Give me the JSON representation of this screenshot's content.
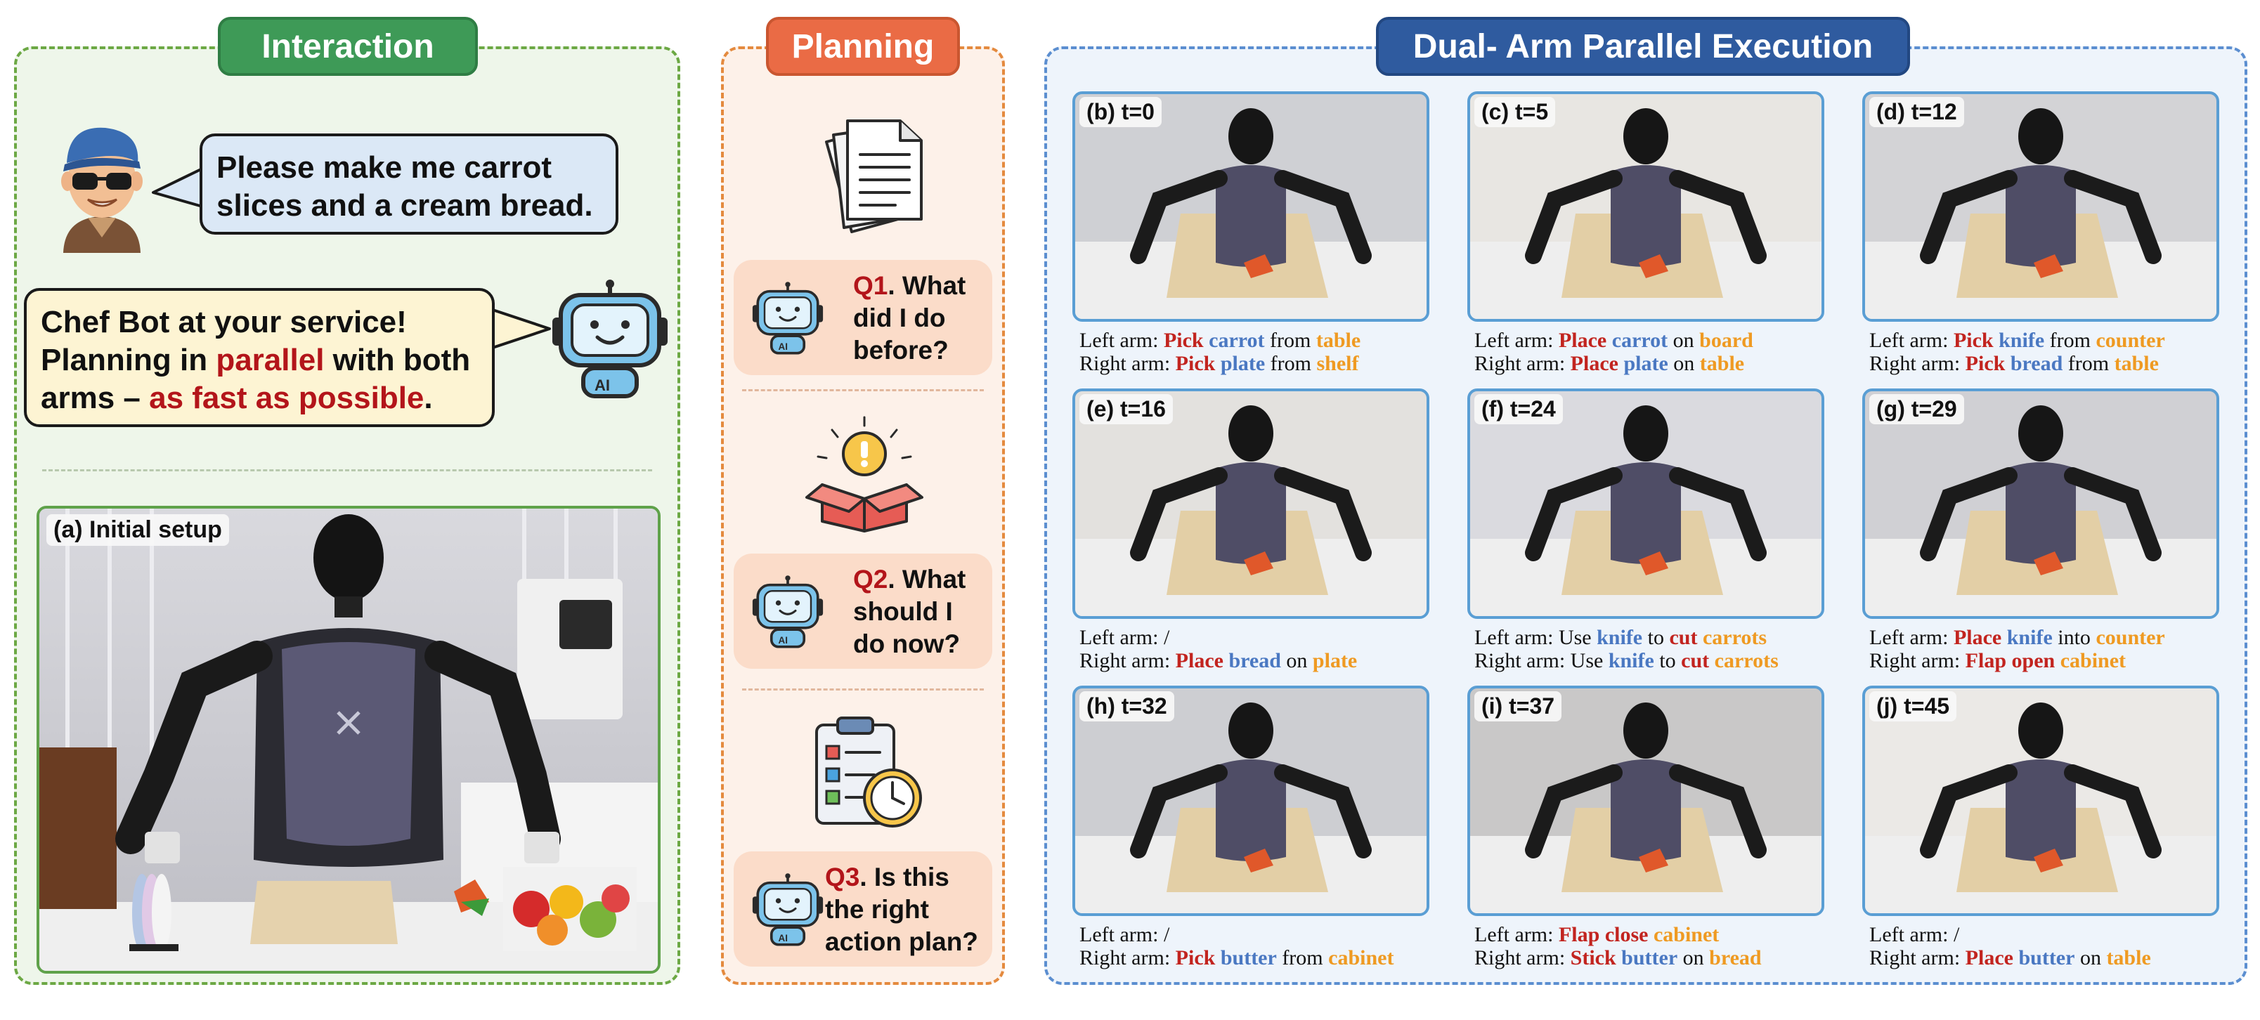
{
  "headers": {
    "interaction": "Interaction",
    "planning": "Planning",
    "execution": "Dual- Arm Parallel Execution"
  },
  "interaction": {
    "user_msg": {
      "l1": "Please make me carrot",
      "l2": "slices and a cream bread."
    },
    "bot_msg": {
      "l1": "Chef Bot at your service!",
      "l2a": "Planning in ",
      "l2b": "parallel",
      "l2c": " with both",
      "l3a": "arms – ",
      "l3b": "as fast as possible",
      "l3c": "."
    },
    "bot_badge": "AI",
    "setup_label": "(a) Initial setup"
  },
  "planning": {
    "q1": {
      "num": "Q1",
      "l1": ". What",
      "l2": "did I do",
      "l3": "before?"
    },
    "q2": {
      "num": "Q2",
      "l1": ". What",
      "l2": "should I",
      "l3": "do now?"
    },
    "q3": {
      "num": "Q3",
      "l1": ". Is this",
      "l2": "the right",
      "l3": "action plan?"
    },
    "badge": "AI"
  },
  "prefix": {
    "left": "Left arm: ",
    "right": "Right arm: "
  },
  "frames": [
    {
      "label": "(b) t=0",
      "left": [
        {
          "t": "Pick",
          "c": "r"
        },
        {
          "t": " "
        },
        {
          "t": "carrot",
          "c": "b"
        },
        {
          "t": " from "
        },
        {
          "t": "table",
          "c": "o"
        }
      ],
      "right": [
        {
          "t": "Pick",
          "c": "r"
        },
        {
          "t": " "
        },
        {
          "t": "plate",
          "c": "b"
        },
        {
          "t": " from "
        },
        {
          "t": "shelf",
          "c": "o"
        }
      ]
    },
    {
      "label": "(c) t=5",
      "left": [
        {
          "t": "Place",
          "c": "r"
        },
        {
          "t": " "
        },
        {
          "t": "carrot",
          "c": "b"
        },
        {
          "t": " on "
        },
        {
          "t": "board",
          "c": "o"
        }
      ],
      "right": [
        {
          "t": "Place",
          "c": "r"
        },
        {
          "t": " "
        },
        {
          "t": "plate",
          "c": "b"
        },
        {
          "t": " on "
        },
        {
          "t": "table",
          "c": "o"
        }
      ]
    },
    {
      "label": "(d) t=12",
      "left": [
        {
          "t": "Pick",
          "c": "r"
        },
        {
          "t": " "
        },
        {
          "t": "knife",
          "c": "b"
        },
        {
          "t": " from "
        },
        {
          "t": "counter",
          "c": "o"
        }
      ],
      "right": [
        {
          "t": "Pick",
          "c": "r"
        },
        {
          "t": " "
        },
        {
          "t": "bread",
          "c": "b"
        },
        {
          "t": " from "
        },
        {
          "t": "table",
          "c": "o"
        }
      ]
    },
    {
      "label": "(e) t=16",
      "left": [
        {
          "t": "/"
        }
      ],
      "right": [
        {
          "t": "Place",
          "c": "r"
        },
        {
          "t": " "
        },
        {
          "t": "bread",
          "c": "b"
        },
        {
          "t": " on "
        },
        {
          "t": "plate",
          "c": "o"
        }
      ]
    },
    {
      "label": "(f) t=24",
      "left": [
        {
          "t": "Use "
        },
        {
          "t": "knife",
          "c": "b"
        },
        {
          "t": " to "
        },
        {
          "t": "cut",
          "c": "r"
        },
        {
          "t": " "
        },
        {
          "t": "carrots",
          "c": "o"
        }
      ],
      "right": [
        {
          "t": "Use "
        },
        {
          "t": "knife",
          "c": "b"
        },
        {
          "t": " to "
        },
        {
          "t": "cut",
          "c": "r"
        },
        {
          "t": " "
        },
        {
          "t": "carrots",
          "c": "o"
        }
      ]
    },
    {
      "label": "(g) t=29",
      "left": [
        {
          "t": "Place",
          "c": "r"
        },
        {
          "t": " "
        },
        {
          "t": "knife",
          "c": "b"
        },
        {
          "t": " into "
        },
        {
          "t": "counter",
          "c": "o"
        }
      ],
      "right": [
        {
          "t": "Flap",
          "c": "r"
        },
        {
          "t": " "
        },
        {
          "t": "open",
          "c": "r"
        },
        {
          "t": " "
        },
        {
          "t": "cabinet",
          "c": "o"
        }
      ]
    },
    {
      "label": "(h) t=32",
      "left": [
        {
          "t": "/"
        }
      ],
      "right": [
        {
          "t": "Pick",
          "c": "r"
        },
        {
          "t": " "
        },
        {
          "t": "butter",
          "c": "b"
        },
        {
          "t": " from "
        },
        {
          "t": "cabinet",
          "c": "o"
        }
      ]
    },
    {
      "label": "(i) t=37",
      "left": [
        {
          "t": "Flap",
          "c": "r"
        },
        {
          "t": " "
        },
        {
          "t": "close",
          "c": "r"
        },
        {
          "t": " "
        },
        {
          "t": "cabinet",
          "c": "o"
        }
      ],
      "right": [
        {
          "t": "Stick",
          "c": "r"
        },
        {
          "t": " "
        },
        {
          "t": "butter",
          "c": "b"
        },
        {
          "t": " on "
        },
        {
          "t": "bread",
          "c": "o"
        }
      ]
    },
    {
      "label": "(j) t=45",
      "left": [
        {
          "t": "/"
        }
      ],
      "right": [
        {
          "t": "Place",
          "c": "r"
        },
        {
          "t": " "
        },
        {
          "t": "butter",
          "c": "b"
        },
        {
          "t": " on "
        },
        {
          "t": "table",
          "c": "o"
        }
      ]
    }
  ],
  "colors": {
    "action": "#c2241f",
    "object": "#4a78c2",
    "location": "#ef9a22",
    "emphasis": "#b3151a"
  }
}
